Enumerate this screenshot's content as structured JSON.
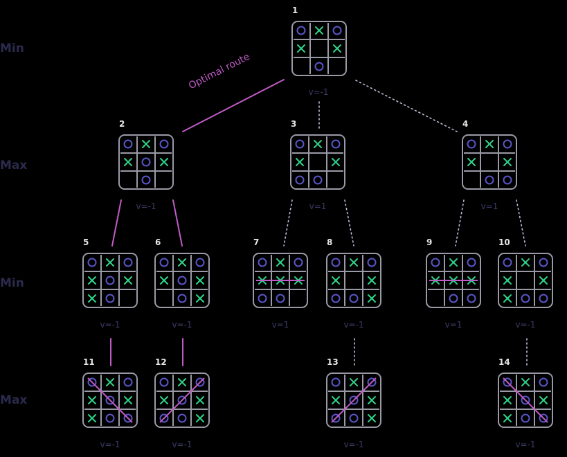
{
  "levels": [
    "Min",
    "Max",
    "Min",
    "Max"
  ],
  "optimal_label": "Optimal route",
  "colors": {
    "x": "#2fd38a",
    "o": "#5a55c8",
    "board": "#9a9aa6",
    "path": "#c05cc7",
    "dotted": "#b9bbd6",
    "value": "#3c3b66",
    "level": "#2b2a4d"
  },
  "nodes": [
    {
      "id": "1",
      "board": [
        "O",
        "X",
        "O",
        "X",
        "",
        "X",
        "",
        "O",
        ""
      ],
      "value": "v=-1"
    },
    {
      "id": "2",
      "board": [
        "O",
        "X",
        "O",
        "X",
        "O",
        "X",
        "",
        "O",
        ""
      ],
      "value": "v=-1"
    },
    {
      "id": "3",
      "board": [
        "O",
        "X",
        "O",
        "X",
        "",
        "X",
        "O",
        "O",
        ""
      ],
      "value": "v=1"
    },
    {
      "id": "4",
      "board": [
        "O",
        "X",
        "O",
        "X",
        "",
        "X",
        "",
        "O",
        "O"
      ],
      "value": "v=1"
    },
    {
      "id": "5",
      "board": [
        "O",
        "X",
        "O",
        "X",
        "O",
        "X",
        "X",
        "O",
        ""
      ],
      "value": "v=-1"
    },
    {
      "id": "6",
      "board": [
        "O",
        "X",
        "O",
        "X",
        "O",
        "X",
        "",
        "O",
        "X"
      ],
      "value": "v=-1"
    },
    {
      "id": "7",
      "board": [
        "O",
        "X",
        "O",
        "X",
        "X",
        "X",
        "O",
        "O",
        ""
      ],
      "value": "v=1",
      "win": "row-middle"
    },
    {
      "id": "8",
      "board": [
        "O",
        "X",
        "O",
        "X",
        "",
        "X",
        "O",
        "O",
        "X"
      ],
      "value": "v=-1"
    },
    {
      "id": "9",
      "board": [
        "O",
        "X",
        "O",
        "X",
        "X",
        "X",
        "",
        "O",
        "O"
      ],
      "value": "v=1",
      "win": "row-middle"
    },
    {
      "id": "10",
      "board": [
        "O",
        "X",
        "O",
        "X",
        "",
        "X",
        "X",
        "O",
        "O"
      ],
      "value": "v=-1"
    },
    {
      "id": "11",
      "board": [
        "O",
        "X",
        "O",
        "X",
        "O",
        "X",
        "X",
        "O",
        "O"
      ],
      "value": "v=-1",
      "win": "diag-main"
    },
    {
      "id": "12",
      "board": [
        "O",
        "X",
        "O",
        "X",
        "O",
        "X",
        "O",
        "O",
        "X"
      ],
      "value": "v=-1",
      "win": "diag-anti"
    },
    {
      "id": "13",
      "board": [
        "O",
        "X",
        "O",
        "X",
        "O",
        "X",
        "O",
        "O",
        "X"
      ],
      "value": "v=-1",
      "win": "diag-anti"
    },
    {
      "id": "14",
      "board": [
        "O",
        "X",
        "O",
        "X",
        "O",
        "X",
        "X",
        "O",
        "O"
      ],
      "value": "v=-1",
      "win": "diag-main"
    }
  ]
}
